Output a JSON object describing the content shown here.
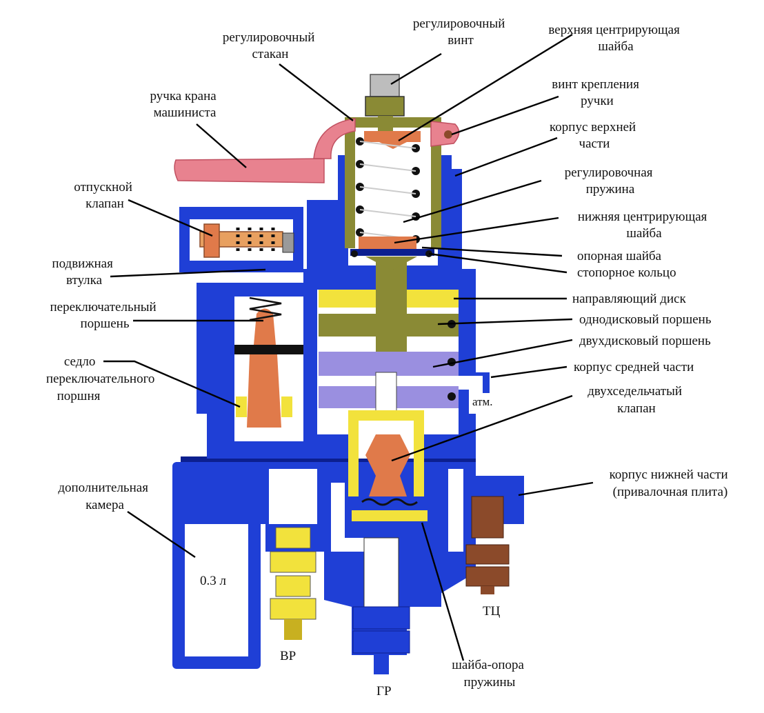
{
  "colors": {
    "body": "#1f3fd6",
    "body_dark": "#0c1f8f",
    "handle": "#e8828f",
    "yellow": "#f2e23c",
    "olive": "#8a8a35",
    "lilac": "#9a8fe0",
    "copper": "#e07a4a",
    "brown": "#8b4a2a",
    "spring": "#111111"
  },
  "labels": {
    "regulating_cup": [
      "регулировочный",
      "стакан"
    ],
    "regulating_screw": [
      "регулировочный",
      "винт"
    ],
    "upper_centering_washer": [
      "верхняя центрирующая",
      "шайба"
    ],
    "handle": [
      "ручка крана",
      "машиниста"
    ],
    "handle_screw": [
      "винт крепления",
      "ручки"
    ],
    "upper_body": [
      "корпус верхней",
      "части"
    ],
    "regulating_spring": [
      "регулировочная",
      "пружина"
    ],
    "release_valve": [
      "отпускной",
      "клапан"
    ],
    "lower_centering_washer": [
      "нижняя центрирующая",
      "шайба"
    ],
    "support_washer": "опорная шайба",
    "retaining_ring": "стопорное кольцо",
    "movable_sleeve": [
      "подвижная",
      "втулка"
    ],
    "guide_disc": "направляющий диск",
    "switching_piston": [
      "переключательный",
      "поршень"
    ],
    "single_disc_piston": "однодисковый поршень",
    "double_disc_piston": "двухдисковый поршень",
    "switching_piston_seat": [
      "седло",
      "переключательного",
      "поршня"
    ],
    "middle_body": "корпус средней части",
    "double_seat_valve": [
      "двухседельчатый",
      "клапан"
    ],
    "atm": "атм.",
    "additional_chamber": [
      "дополнительная",
      "камера"
    ],
    "lower_body": [
      "корпус нижней части",
      "(привалочная плита)"
    ],
    "volume": "0.3 л",
    "tc": "ТЦ",
    "vr": "ВР",
    "spring_support_washer": [
      "шайба-опора",
      "пружины"
    ],
    "gr": "ГР"
  }
}
